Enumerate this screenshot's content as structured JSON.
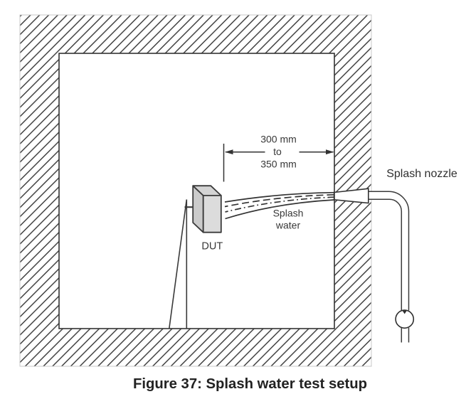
{
  "figure": {
    "caption": "Figure 37: Splash water test setup"
  },
  "labels": {
    "dimension": {
      "line1": "300 mm",
      "line2": "to",
      "line3": "350 mm"
    },
    "dut": "DUT",
    "splash_water": {
      "line1": "Splash",
      "line2": "water"
    },
    "splash_nozzle": "Splash nozzle"
  },
  "colors": {
    "background": "#ffffff",
    "line": "#333333",
    "hatch": "#363636",
    "text": "#383838",
    "dut_front_face": "#dcdcdc",
    "dut_top_face": "#d4d4d4",
    "dut_side_face": "#cbcbcb",
    "nozzle_fill": "#ffffff"
  }
}
